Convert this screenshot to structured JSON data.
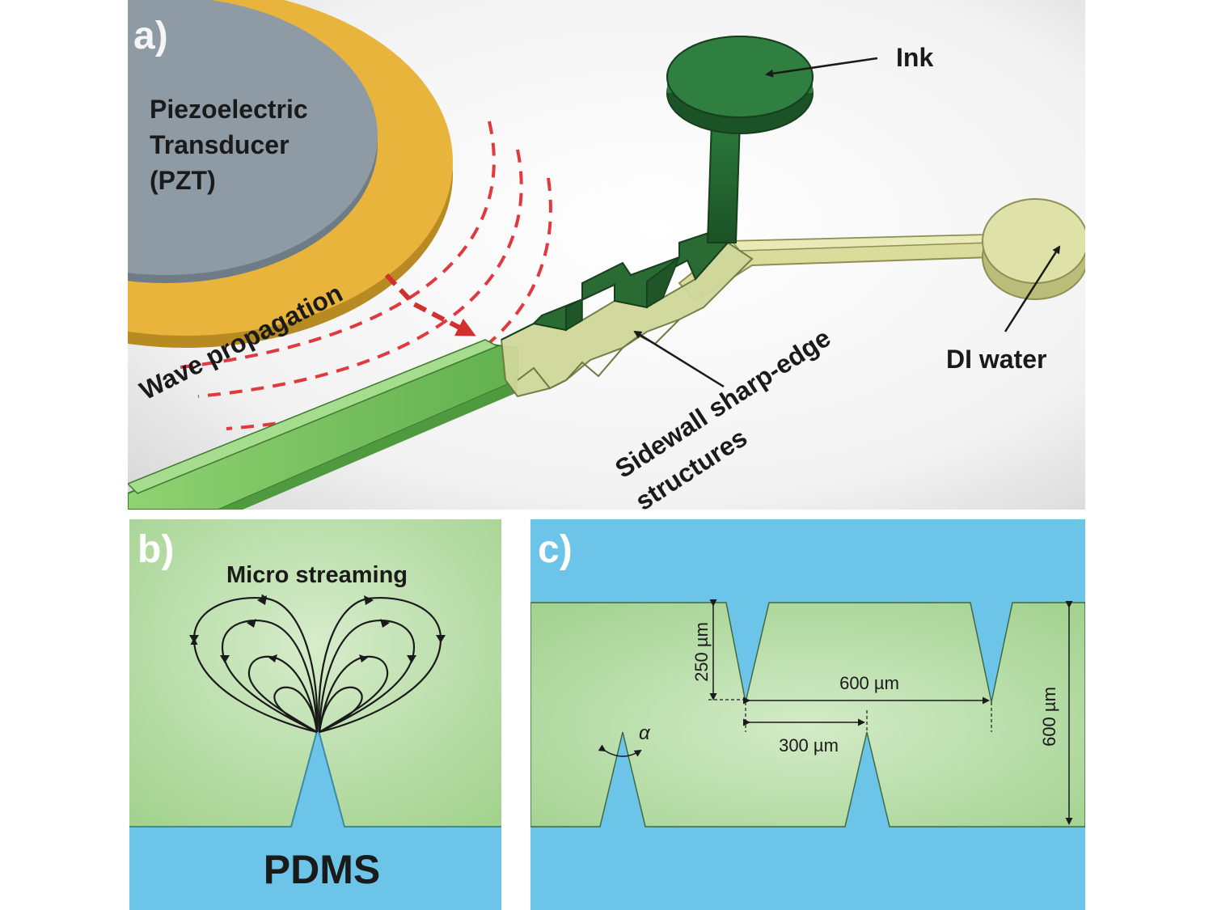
{
  "panel_a": {
    "letter": "a)",
    "transducer_label": [
      "Piezoelectric",
      "Transducer",
      "(PZT)"
    ],
    "wave_label": "Wave propagation",
    "ink_label": "Ink",
    "water_label": "DI water",
    "sidewall_label": [
      "Sidewall sharp-edge",
      "structures"
    ]
  },
  "panel_b": {
    "letter": "b)",
    "streaming_label": "Micro streaming",
    "pdms_label": "PDMS"
  },
  "panel_c": {
    "letter": "c)",
    "dim_250": "250 µm",
    "dim_600_h": "600 µm",
    "dim_300": "300 µm",
    "dim_600_v": "600 µm",
    "alpha": "α"
  },
  "colors": {
    "gold_ring": "#e8b43c",
    "pzt_gray": "#8e9ba5",
    "wave_red": "#e0393e",
    "ink_green": "#1f5e2e",
    "channel_green": "#7cc665",
    "water_yellow": "#d9dc9a",
    "pdms_blue": "#6cc5e8",
    "fluid_green": "#b6dca5"
  }
}
